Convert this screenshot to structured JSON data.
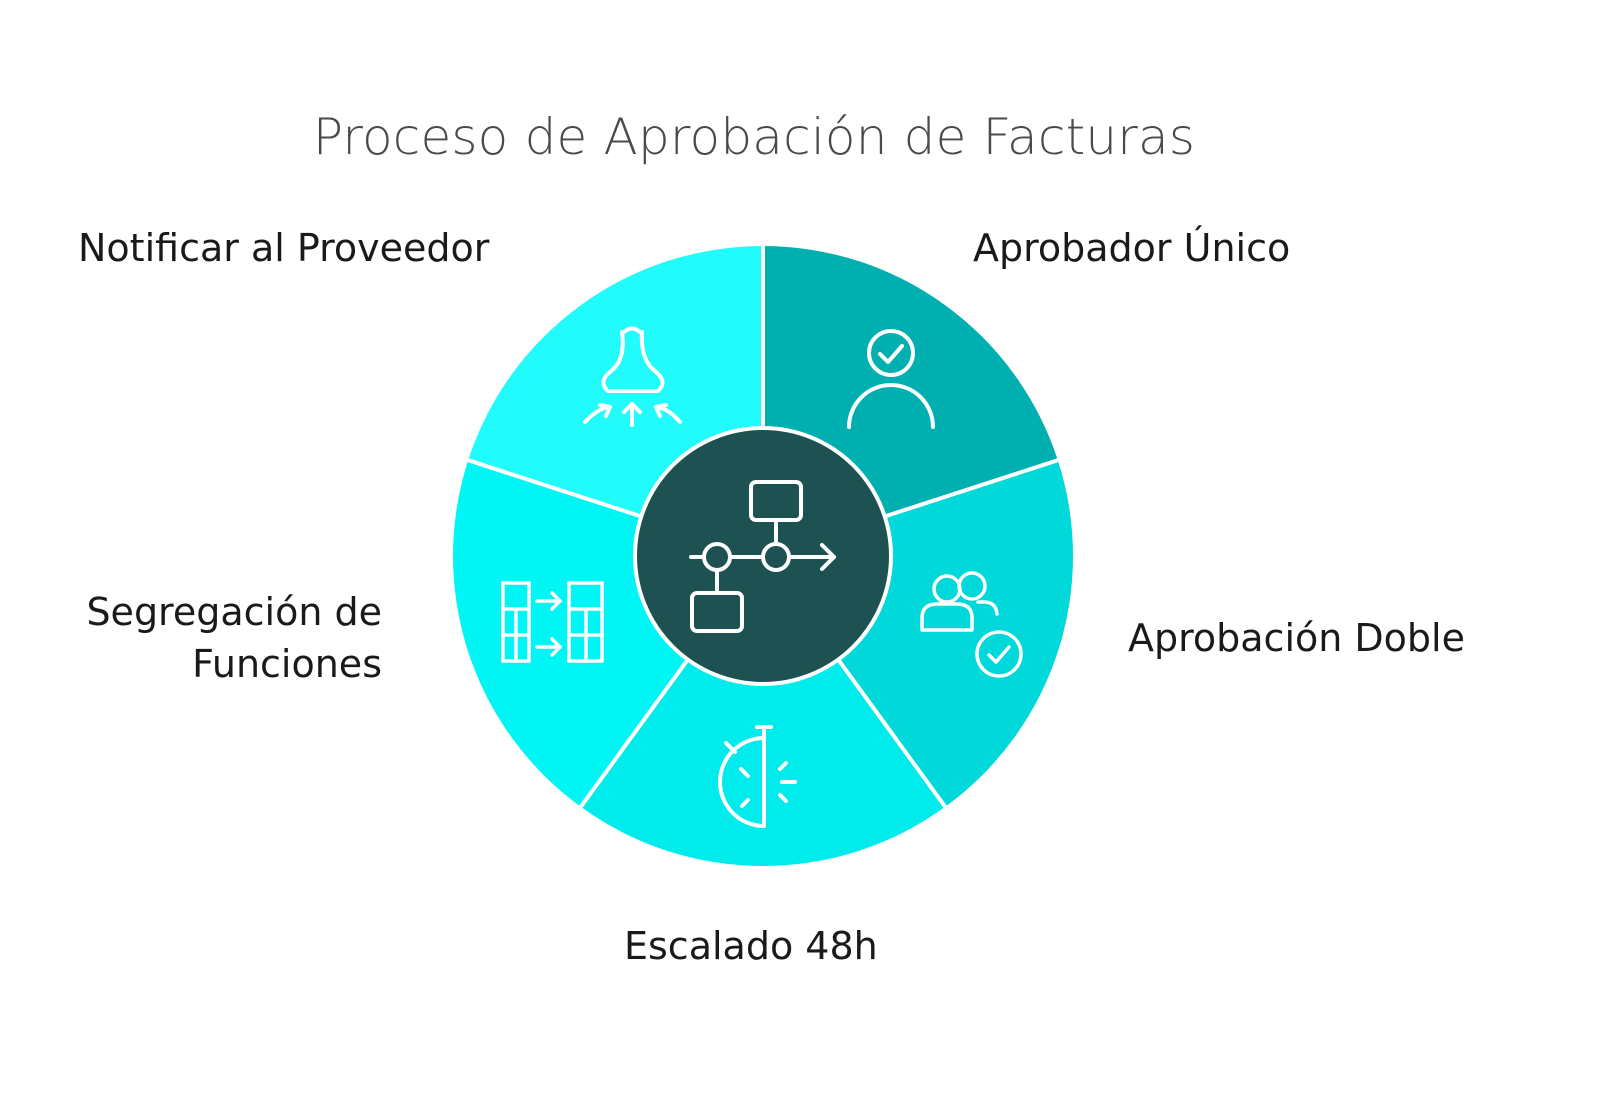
{
  "title": "Proceso de Aprobación de Facturas",
  "colors": {
    "notify": "#21fbfc",
    "single": "#00afb0",
    "double": "#00d8d9",
    "escalate": "#00ecec",
    "segregate": "#00f5f5",
    "center": "#1e5151",
    "stroke": "#ffffff"
  },
  "segments": [
    {
      "id": "single",
      "label": "Aprobador Único",
      "icon": "user-check-icon"
    },
    {
      "id": "double",
      "label": "Aprobación Doble",
      "icon": "users-check-icon"
    },
    {
      "id": "escalate",
      "label": "Escalado 48h",
      "icon": "stopwatch-icon"
    },
    {
      "id": "segregate",
      "label_line1": "Segregación de",
      "label_line2": "Funciones",
      "icon": "split-table-icon"
    },
    {
      "id": "notify",
      "label": "Notificar al Proveedor",
      "icon": "bell-alert-icon"
    }
  ],
  "center_icon": "workflow-icon"
}
